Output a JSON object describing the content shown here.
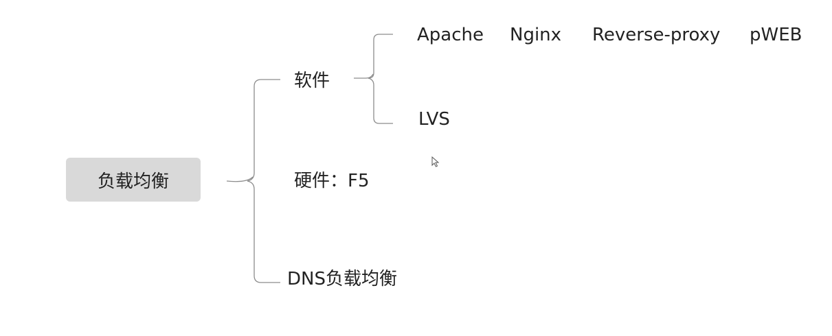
{
  "diagram": {
    "root": {
      "label": "负载均衡"
    },
    "branches": {
      "software": {
        "label": "软件",
        "children": {
          "proxies": [
            "Apache",
            "Nginx",
            "Reverse-proxy",
            "pWEB"
          ],
          "lvs": "LVS"
        }
      },
      "hardware": {
        "label": "硬件：F5"
      },
      "dns": {
        "label": "DNS负载均衡"
      }
    },
    "connector_color": "#8c8c8c",
    "root_fill": "#d9d9d9"
  },
  "icons": [
    "cursor-icon"
  ]
}
